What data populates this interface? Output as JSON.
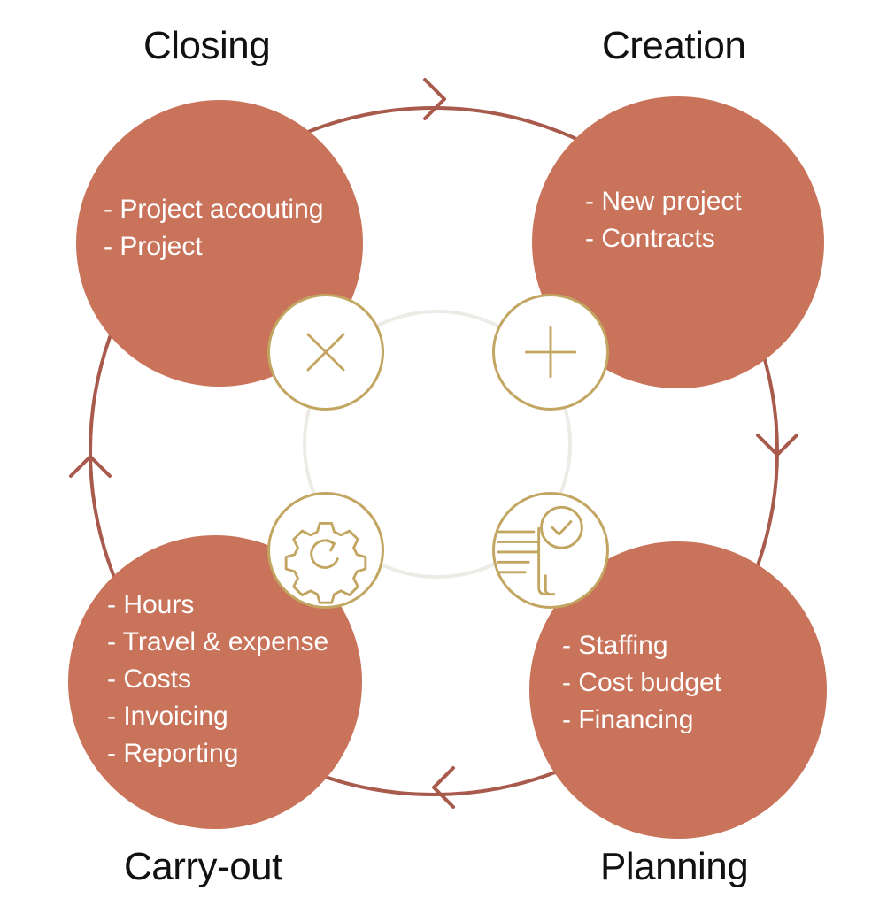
{
  "colors": {
    "bubble": "#C8735A",
    "cycle_ring": "#A85A4C",
    "badge_border": "#C2A560",
    "inner_ring": "#ECEBE6",
    "title_text": "#111111",
    "item_text": "#FFFFFF"
  },
  "phases": {
    "closing": {
      "title": "Closing",
      "icon": "close-icon",
      "items": [
        "- Project accouting",
        "- Project"
      ]
    },
    "creation": {
      "title": "Creation",
      "icon": "plus-icon",
      "items": [
        "- New project",
        "- Contracts"
      ]
    },
    "planning": {
      "title": "Planning",
      "icon": "checklist-icon",
      "items": [
        "- Staffing",
        "- Cost budget",
        "- Financing"
      ]
    },
    "carry_out": {
      "title": "Carry-out",
      "icon": "gear-cycle-icon",
      "items": [
        "- Hours",
        "- Travel & expense",
        "- Costs",
        "- Invoicing",
        "- Reporting"
      ]
    }
  }
}
